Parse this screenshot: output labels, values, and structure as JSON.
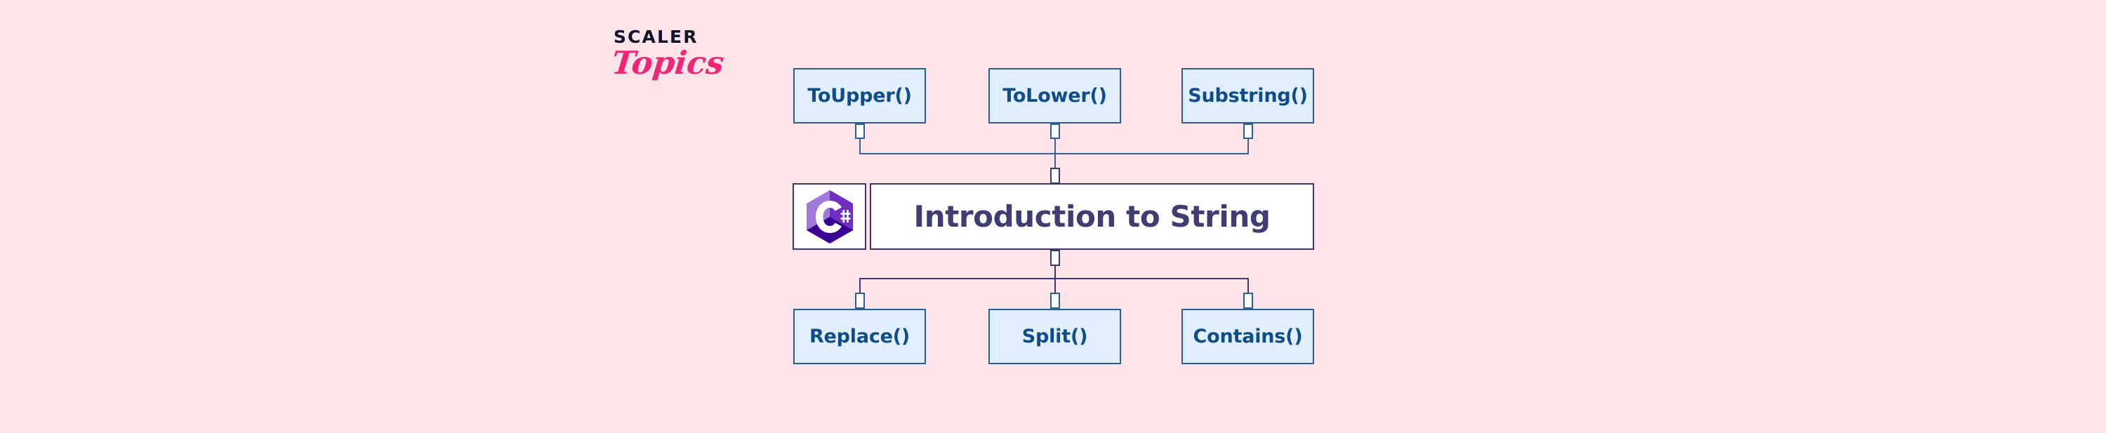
{
  "brand": {
    "line1": "SCALER",
    "line2": "Topics"
  },
  "diagram": {
    "title": "Introduction to String",
    "logo_alt": "csharp-logo",
    "top_nodes": [
      {
        "label": "ToUpper()"
      },
      {
        "label": "ToLower()"
      },
      {
        "label": "Substring()"
      }
    ],
    "bottom_nodes": [
      {
        "label": "Replace()"
      },
      {
        "label": "Split()"
      },
      {
        "label": "Contains()"
      }
    ]
  },
  "colors": {
    "background": "#fde4e8",
    "node_fill": "#e0effb",
    "node_border": "#2b5f93",
    "node_text": "#0f4c8a",
    "title_text": "#3f3d72",
    "title_border": "#3b3769",
    "brand_pink": "#ef2675",
    "brand_dark": "#14142b",
    "logo_light_purple": "#a179dc",
    "logo_mid_purple": "#6f2fc0",
    "logo_dark_purple": "#390091"
  }
}
